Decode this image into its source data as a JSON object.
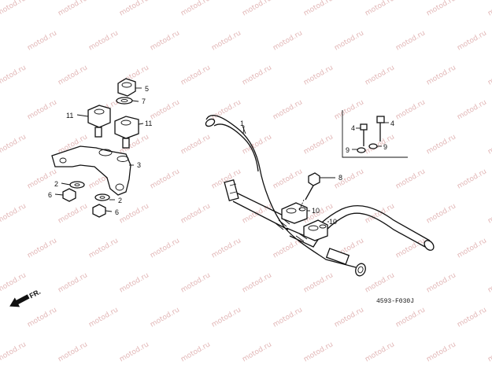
{
  "watermark": {
    "text": "motod.ru"
  },
  "parts": [
    {
      "number": "1",
      "name": "handlebar"
    },
    {
      "number": "2",
      "name": "washer-lower"
    },
    {
      "number": "2",
      "name": "washer-rear"
    },
    {
      "number": "3",
      "name": "handlebar-bracket"
    },
    {
      "number": "4",
      "name": "bolt-left"
    },
    {
      "number": "4",
      "name": "bolt-right"
    },
    {
      "number": "5",
      "name": "nut-top"
    },
    {
      "number": "6",
      "name": "nut-left"
    },
    {
      "number": "6",
      "name": "nut-right"
    },
    {
      "number": "7",
      "name": "washer-top"
    },
    {
      "number": "8",
      "name": "bolt-center"
    },
    {
      "number": "9",
      "name": "washer-small-left"
    },
    {
      "number": "9",
      "name": "washer-small-right"
    },
    {
      "number": "10",
      "name": "holder-upper-left"
    },
    {
      "number": "10",
      "name": "holder-upper-right"
    },
    {
      "number": "11",
      "name": "holder-lower-left"
    },
    {
      "number": "11",
      "name": "holder-lower-right"
    }
  ],
  "direction_label": "FR.",
  "diagram_code": "4593-F030J"
}
